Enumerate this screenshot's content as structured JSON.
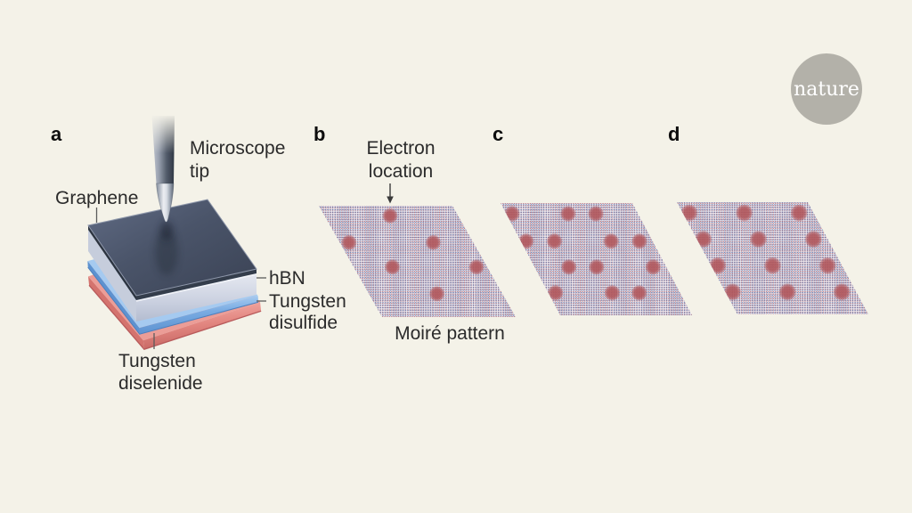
{
  "page": {
    "background": "#f4f2e8"
  },
  "branding": {
    "logo_text": "nature",
    "circle_color": "#b3b1a9"
  },
  "panels": {
    "a": {
      "letter": "a",
      "labels": {
        "microscope_tip": [
          "Microscope",
          "tip"
        ],
        "graphene": "Graphene",
        "hbn": "hBN",
        "tungsten_disulfide": [
          "Tungsten",
          "disulfide"
        ],
        "tungsten_diselenide": [
          "Tungsten",
          "diselenide"
        ]
      },
      "layers": [
        {
          "name": "graphene-top-sheet",
          "color": "#49536a"
        },
        {
          "name": "hBN",
          "color": "#ccd3e2"
        },
        {
          "name": "tungsten-disulfide",
          "color": "#79abe2"
        },
        {
          "name": "tungsten-diselenide",
          "color": "#e28680"
        }
      ]
    },
    "b": {
      "letter": "b",
      "labels": {
        "electron_location": [
          "Electron",
          "location"
        ],
        "moire_pattern": "Moiré pattern"
      },
      "dot_radius": 7.4,
      "electron_dots": [
        [
          0.49,
          0.09
        ],
        [
          0.07,
          0.33
        ],
        [
          0.7,
          0.33
        ],
        [
          0.29,
          0.55
        ],
        [
          0.92,
          0.55
        ],
        [
          0.51,
          0.79
        ]
      ]
    },
    "c": {
      "letter": "c",
      "dot_radius": 7.6,
      "electron_dots": [
        [
          0.045,
          0.095
        ],
        [
          0.47,
          0.095
        ],
        [
          0.68,
          0.095
        ],
        [
          0.04,
          0.34
        ],
        [
          0.255,
          0.34
        ],
        [
          0.685,
          0.34
        ],
        [
          0.9,
          0.34
        ],
        [
          0.26,
          0.57
        ],
        [
          0.47,
          0.57
        ],
        [
          0.9,
          0.57
        ],
        [
          0.055,
          0.8
        ],
        [
          0.485,
          0.8
        ],
        [
          0.69,
          0.8
        ]
      ]
    },
    "d": {
      "letter": "d",
      "dot_radius": 8.4,
      "electron_dots": [
        [
          0.05,
          0.095
        ],
        [
          0.47,
          0.095
        ],
        [
          0.89,
          0.095
        ],
        [
          0.05,
          0.33
        ],
        [
          0.47,
          0.33
        ],
        [
          0.89,
          0.33
        ],
        [
          0.05,
          0.565
        ],
        [
          0.47,
          0.565
        ],
        [
          0.89,
          0.565
        ],
        [
          0.055,
          0.8
        ],
        [
          0.475,
          0.8
        ],
        [
          0.89,
          0.8
        ]
      ]
    }
  },
  "colors": {
    "moire_base": "#edebf1",
    "moire_red": "#ad5156",
    "moire_blue": "#486dae",
    "electron_dot": "#b1565b",
    "connector_line": "#5b5b5b"
  }
}
